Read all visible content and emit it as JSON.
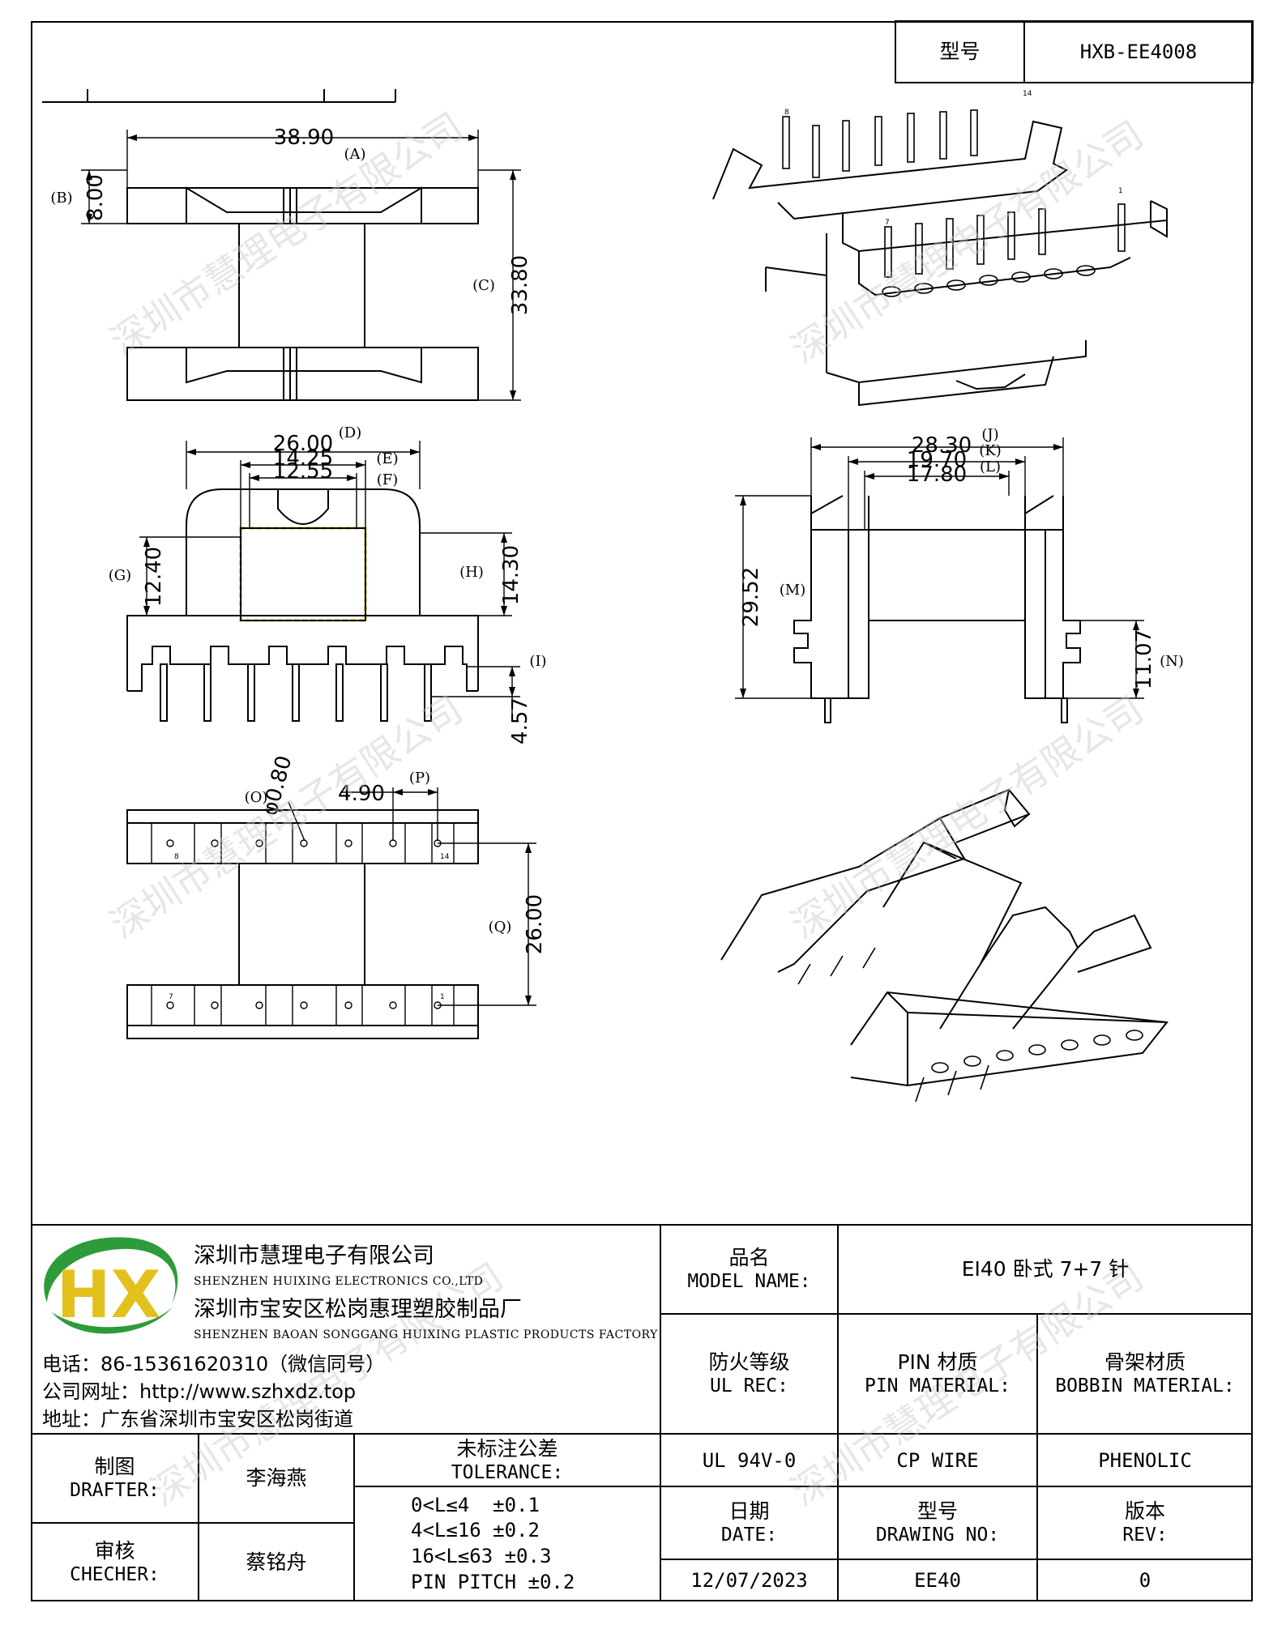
{
  "model_header": {
    "label": "型号",
    "value": "HXB-EE4008"
  },
  "dimensions": {
    "A": "38.90",
    "B": "8.00",
    "C": "33.80",
    "D": "26.00",
    "E": "14.25",
    "F": "12.55",
    "G": "12.40",
    "H": "14.30",
    "I": "4.57",
    "J": "28.30",
    "K": "19.70",
    "L": "17.80",
    "M": "29.52",
    "N": "11.07",
    "O": "φ0.80",
    "P": "4.90",
    "Q": "26.00"
  },
  "dim_labels": {
    "A": "(A)",
    "B": "(B)",
    "C": "(C)",
    "D": "(D)",
    "E": "(E)",
    "F": "(F)",
    "G": "(G)",
    "H": "(H)",
    "I": "(I)",
    "J": "(J)",
    "K": "(K)",
    "L": "(L)",
    "M": "(M)",
    "N": "(N)",
    "O": "(O)",
    "P": "(P)",
    "Q": "(Q)"
  },
  "pin_numbers": {
    "top_left": "8",
    "top_right": "14",
    "bottom_left": "7",
    "bottom_right": "1"
  },
  "watermark": "深圳市慧理电子有限公司",
  "company": {
    "name_cn": "深圳市慧理电子有限公司",
    "name_en": "SHENZHEN HUIXING ELECTRONICS CO.,LTD",
    "factory_cn": "深圳市宝安区松岗惠理塑胶制品厂",
    "factory_en": "SHENZHEN BAOAN SONGGANG HUIXING PLASTIC PRODUCTS FACTORY",
    "phone": "电话：86-15361620310（微信同号）",
    "website": "公司网址：http://www.szhxdz.top",
    "address": "地址：广东省深圳市宝安区松岗街道",
    "logo_text": "HX"
  },
  "title_block": {
    "model_name_cn": "品名",
    "model_name_en": "MODEL NAME:",
    "model_name_value": "EI40 卧式 7+7 针",
    "ul_cn": "防火等级",
    "ul_en": "UL REC:",
    "pin_cn": "PIN 材质",
    "pin_en": "PIN MATERIAL:",
    "bobbin_cn": "骨架材质",
    "bobbin_en": "BOBBIN MATERIAL:",
    "ul_value": "UL 94V-0",
    "pin_value": "CP WIRE",
    "bobbin_value": "PHENOLIC",
    "drafter_cn": "制图",
    "drafter_en": "DRAFTER:",
    "drafter_name": "李海燕",
    "checker_cn": "审核",
    "checker_en": "CHECHER:",
    "checker_name": "蔡铭舟",
    "tolerance_cn": "未标注公差",
    "tolerance_en": "TOLERANCE:",
    "tolerance_lines": [
      "0<L≤4  ±0.1",
      "4<L≤16 ±0.2",
      "16<L≤63 ±0.3",
      "PIN PITCH ±0.2"
    ],
    "date_cn": "日期",
    "date_en": "DATE:",
    "date_value": "12/07/2023",
    "drawing_no_cn": "型号",
    "drawing_no_en": "DRAWING NO:",
    "drawing_no_value": "EE40",
    "rev_cn": "版本",
    "rev_en": "REV:",
    "rev_value": "0"
  }
}
